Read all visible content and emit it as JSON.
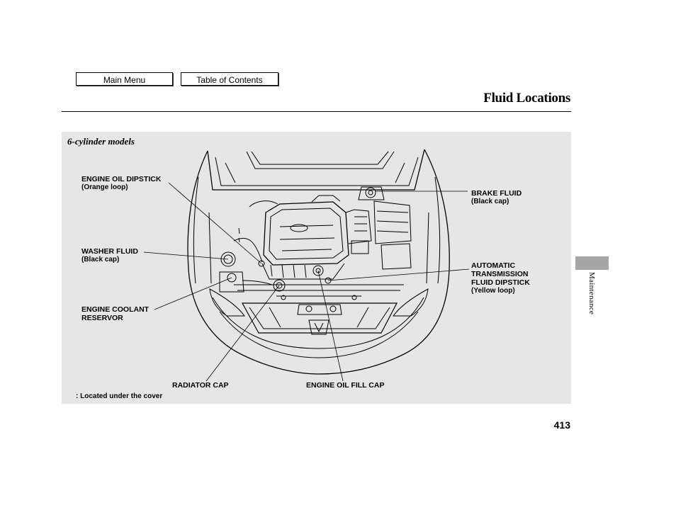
{
  "nav": {
    "main_menu": "Main Menu",
    "toc": "Table of Contents"
  },
  "page": {
    "title": "Fluid Locations",
    "number": "413",
    "section_tab": "Maintenance"
  },
  "figure": {
    "subtitle": "6-cylinder models",
    "labels": {
      "oil_dipstick": "ENGINE OIL DIPSTICK",
      "oil_dipstick_note": "(Orange loop)",
      "washer": "WASHER FLUID",
      "washer_note": "(Black cap)",
      "coolant_1": "ENGINE COOLANT",
      "coolant_2": "RESERVOR",
      "radiator": "RADIATOR CAP",
      "oil_fill": "ENGINE OIL FILL CAP",
      "brake": "BRAKE FLUID",
      "brake_note": "(Black cap)",
      "atf_1": "AUTOMATIC",
      "atf_2": "TRANSMISSION",
      "atf_3": "FLUID DIPSTICK",
      "atf_note": "(Yellow loop)"
    },
    "footnote": ":  Located under the cover"
  }
}
